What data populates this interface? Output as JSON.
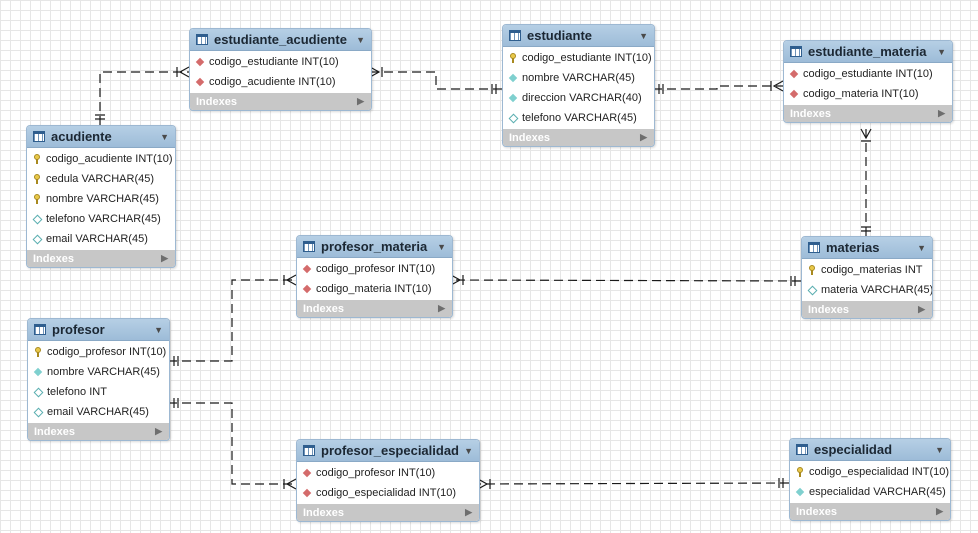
{
  "diagram": {
    "indexes_label": "Indexes",
    "tables": {
      "estudiante_acudiente": {
        "name": "estudiante_acudiente",
        "columns": [
          {
            "text": "codigo_estudiante INT(10)",
            "icon": "fk"
          },
          {
            "text": "codigo_acudiente INT(10)",
            "icon": "fk"
          }
        ]
      },
      "estudiante": {
        "name": "estudiante",
        "columns": [
          {
            "text": "codigo_estudiante INT(10)",
            "icon": "key"
          },
          {
            "text": "nombre VARCHAR(45)",
            "icon": "attr"
          },
          {
            "text": "direccion VARCHAR(40)",
            "icon": "attr"
          },
          {
            "text": "telefono VARCHAR(45)",
            "icon": "nullable"
          }
        ]
      },
      "estudiante_materia": {
        "name": "estudiante_materia",
        "columns": [
          {
            "text": "codigo_estudiante INT(10)",
            "icon": "fk"
          },
          {
            "text": "codigo_materia INT(10)",
            "icon": "fk"
          }
        ]
      },
      "acudiente": {
        "name": "acudiente",
        "columns": [
          {
            "text": "codigo_acudiente INT(10)",
            "icon": "key"
          },
          {
            "text": "cedula VARCHAR(45)",
            "icon": "key"
          },
          {
            "text": "nombre VARCHAR(45)",
            "icon": "key"
          },
          {
            "text": "telefono VARCHAR(45)",
            "icon": "nullable"
          },
          {
            "text": "email VARCHAR(45)",
            "icon": "nullable"
          }
        ]
      },
      "profesor_materia": {
        "name": "profesor_materia",
        "columns": [
          {
            "text": "codigo_profesor INT(10)",
            "icon": "fk"
          },
          {
            "text": "codigo_materia INT(10)",
            "icon": "fk"
          }
        ]
      },
      "materias": {
        "name": "materias",
        "columns": [
          {
            "text": "codigo_materias INT",
            "icon": "key"
          },
          {
            "text": "materia VARCHAR(45)",
            "icon": "nullable"
          }
        ]
      },
      "profesor": {
        "name": "profesor",
        "columns": [
          {
            "text": "codigo_profesor INT(10)",
            "icon": "key"
          },
          {
            "text": "nombre VARCHAR(45)",
            "icon": "attr"
          },
          {
            "text": "telefono INT",
            "icon": "nullable"
          },
          {
            "text": "email VARCHAR(45)",
            "icon": "nullable"
          }
        ]
      },
      "profesor_especialidad": {
        "name": "profesor_especialidad",
        "columns": [
          {
            "text": "codigo_profesor INT(10)",
            "icon": "fk"
          },
          {
            "text": "codigo_especialidad INT(10)",
            "icon": "fk"
          }
        ]
      },
      "especialidad": {
        "name": "especialidad",
        "columns": [
          {
            "text": "codigo_especialidad INT(10)",
            "icon": "key"
          },
          {
            "text": "especialidad VARCHAR(45)",
            "icon": "attr"
          }
        ]
      }
    },
    "relationships": [
      {
        "from": "acudiente",
        "to": "estudiante_acudiente",
        "from_end": "one",
        "to_end": "many"
      },
      {
        "from": "estudiante",
        "to": "estudiante_acudiente",
        "from_end": "one",
        "to_end": "many"
      },
      {
        "from": "estudiante",
        "to": "estudiante_materia",
        "from_end": "one",
        "to_end": "many"
      },
      {
        "from": "materias",
        "to": "estudiante_materia",
        "from_end": "one",
        "to_end": "many"
      },
      {
        "from": "materias",
        "to": "profesor_materia",
        "from_end": "one",
        "to_end": "many"
      },
      {
        "from": "profesor",
        "to": "profesor_materia",
        "from_end": "one",
        "to_end": "many"
      },
      {
        "from": "profesor",
        "to": "profesor_especialidad",
        "from_end": "one",
        "to_end": "many"
      },
      {
        "from": "especialidad",
        "to": "profesor_especialidad",
        "from_end": "one",
        "to_end": "many"
      }
    ]
  }
}
